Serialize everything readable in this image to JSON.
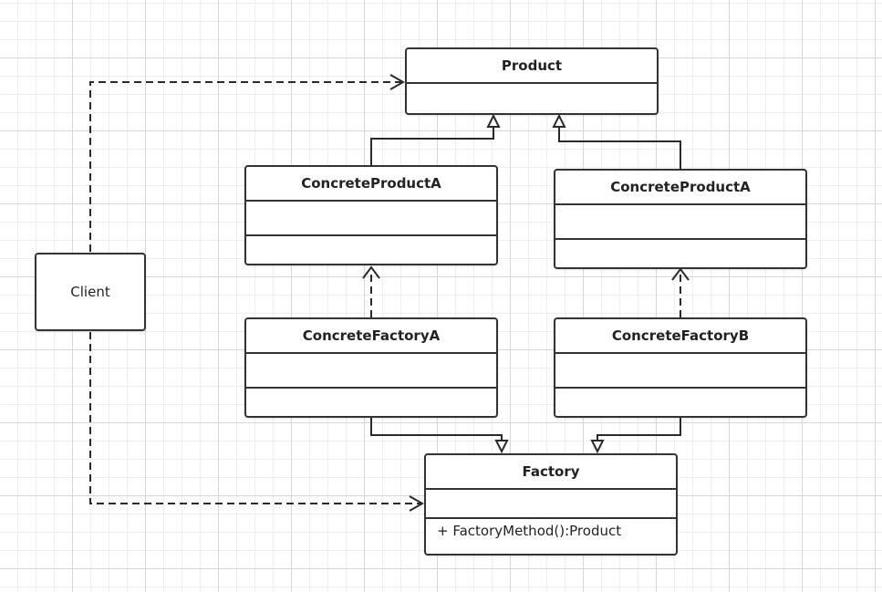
{
  "diagram": {
    "nodes": {
      "client": {
        "label": "Client"
      },
      "product": {
        "name": "Product",
        "attributes": [],
        "methods": []
      },
      "concrete_product_left": {
        "name": "ConcreteProductA",
        "attributes": [],
        "methods": []
      },
      "concrete_product_right": {
        "name": "ConcreteProductA",
        "attributes": [],
        "methods": []
      },
      "concrete_factory_a": {
        "name": "ConcreteFactoryA",
        "attributes": [],
        "methods": []
      },
      "concrete_factory_b": {
        "name": "ConcreteFactoryB",
        "attributes": [],
        "methods": []
      },
      "factory": {
        "name": "Factory",
        "attributes": [],
        "methods": [
          "+ FactoryMethod():Product"
        ]
      }
    },
    "edges": [
      {
        "from": "client",
        "to": "product",
        "type": "dependency"
      },
      {
        "from": "client",
        "to": "factory",
        "type": "dependency"
      },
      {
        "from": "concrete_product_left",
        "to": "product",
        "type": "generalization"
      },
      {
        "from": "concrete_product_right",
        "to": "product",
        "type": "generalization"
      },
      {
        "from": "concrete_factory_a",
        "to": "concrete_product_left",
        "type": "dependency"
      },
      {
        "from": "concrete_factory_b",
        "to": "concrete_product_right",
        "type": "dependency"
      },
      {
        "from": "concrete_factory_a",
        "to": "factory",
        "type": "generalization"
      },
      {
        "from": "concrete_factory_b",
        "to": "factory",
        "type": "generalization"
      }
    ]
  },
  "colors": {
    "stroke": "#333333",
    "background": "#ffffff",
    "grid": "#d6d6d6"
  }
}
